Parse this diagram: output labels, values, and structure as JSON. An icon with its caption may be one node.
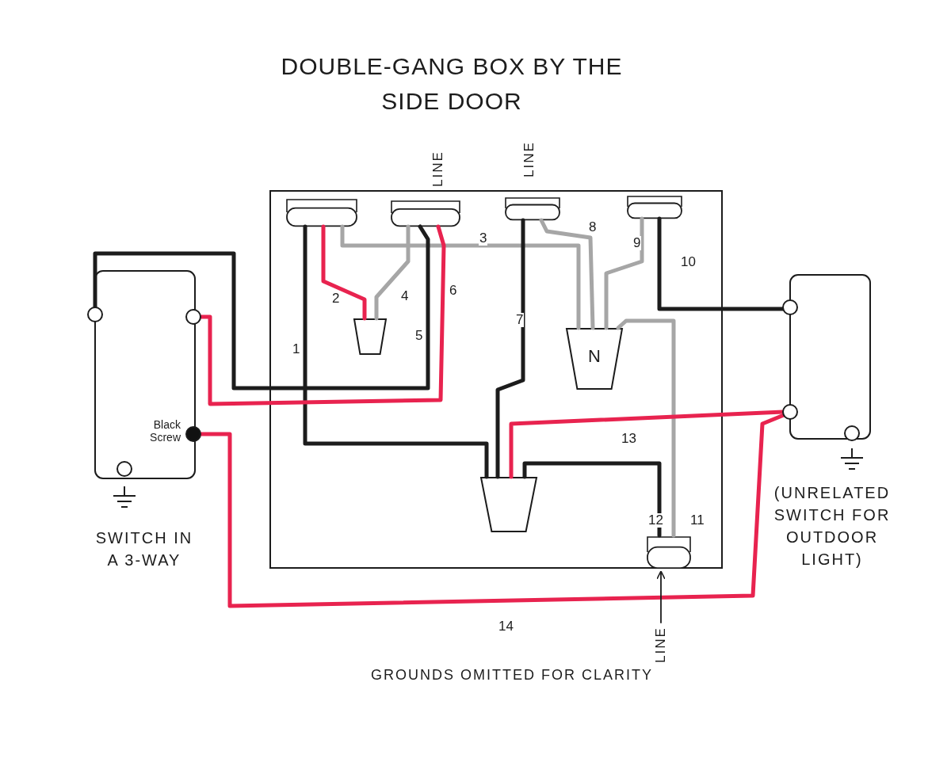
{
  "diagram": {
    "title": "DOUBLE-GANG BOX BY THE SIDE DOOR",
    "nodes": [
      {
        "text": [],
        "shape": "box"
      },
      {
        "text": [],
        "shape": "oval",
        "in": 0
      },
      {
        "text": [],
        "shape": "oval",
        "in": 0,
        "beside": [
          "LINE"
        ]
      },
      {
        "text": [],
        "shape": "oval",
        "in": 0,
        "beside": [
          "LINE"
        ]
      },
      {
        "text": [],
        "shape": "oval",
        "in": 0
      },
      {
        "text": [],
        "shape": "trapezoid",
        "in": 0
      },
      {
        "text": [
          "N"
        ],
        "in": 0
      },
      {
        "text": [],
        "shape": "trapezoid",
        "in": 0
      },
      {
        "text": [],
        "shape": "oval",
        "in": 0
      },
      {
        "text": [],
        "shape": "switch",
        "beside": [
          "SWITCH IN A 3-WAY"
        ]
      },
      {
        "text": [],
        "shape": "switch",
        "beside": [
          "(UNRELATED SWITCH FOR OUTDOOR LIGHT)"
        ]
      },
      {
        "text": [
          "LINE"
        ]
      }
    ],
    "edges": [
      {
        "from": 1,
        "to": 7,
        "arrow": "none",
        "label": "1"
      },
      {
        "from": 1,
        "to": 5,
        "arrow": "none",
        "label": "2",
        "color": "#e8234f"
      },
      {
        "from": 1,
        "to": 6,
        "arrow": "none",
        "label": "3",
        "color": "#a6a6a6"
      },
      {
        "from": 2,
        "to": 5,
        "arrow": "none",
        "label": "4",
        "color": "#a6a6a6"
      },
      {
        "from": 2,
        "to": 9,
        "arrow": "none",
        "label": "5"
      },
      {
        "from": 2,
        "to": 9,
        "arrow": "none",
        "label": "6",
        "color": "#e8234f"
      },
      {
        "from": 3,
        "to": 7,
        "arrow": "none",
        "label": "7"
      },
      {
        "from": 3,
        "to": 6,
        "arrow": "none",
        "label": "8",
        "color": "#a6a6a6"
      },
      {
        "from": 4,
        "to": 6,
        "arrow": "none",
        "label": "9",
        "color": "#a6a6a6"
      },
      {
        "from": 4,
        "to": 10,
        "arrow": "none",
        "label": "10"
      },
      {
        "from": 8,
        "to": 6,
        "arrow": "none",
        "label": "11",
        "color": "#a6a6a6"
      },
      {
        "from": 8,
        "to": 7,
        "arrow": "none",
        "label": "12"
      },
      {
        "from": 7,
        "to": 10,
        "arrow": "none",
        "label": "13",
        "color": "#e8234f"
      },
      {
        "from": 9,
        "to": 10,
        "arrow": "none",
        "label": "14",
        "color": "#e8234f"
      },
      {
        "from": 11,
        "to": 8,
        "arrow": "to"
      }
    ],
    "labels": [
      "Black Screw",
      "GROUNDS OMITTED FOR CLARITY"
    ]
  }
}
